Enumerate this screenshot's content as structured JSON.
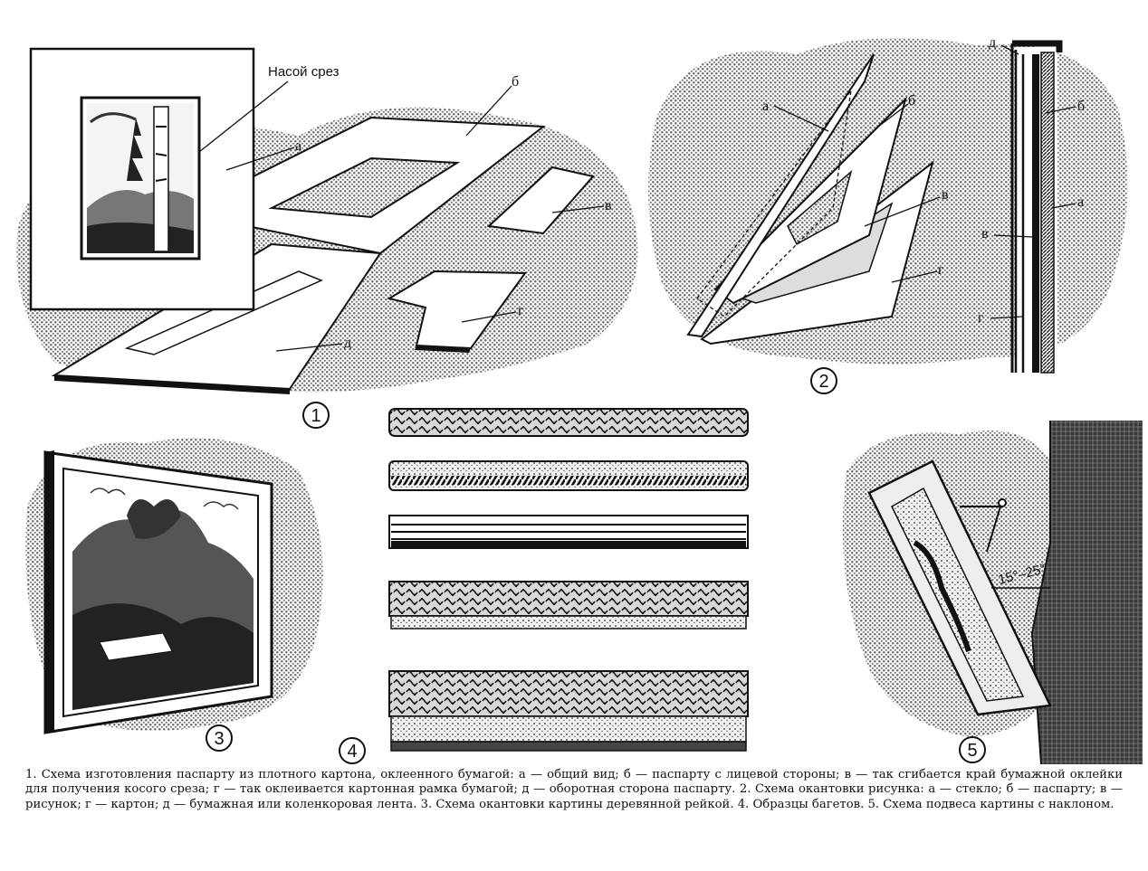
{
  "labels": {
    "kosoy_srez": "Насой срез",
    "a": "а",
    "b": "б",
    "v": "в",
    "g": "г",
    "d": "д"
  },
  "figure_numbers": [
    "1",
    "2",
    "3",
    "4",
    "5"
  ],
  "angle": "15°–25°",
  "caption": "1. Схема изготовления паспарту из плотного картона, оклеенного бумагой: а — общий вид; б — паспарту с лицевой стороны; в — так сгибается край бумажной оклейки для получения косого среза; г — так оклеивается картонная рамка бумагой; д — оборотная сторона паспарту. 2. Схема окантовки рисунка: а — стекло; б — паспарту; в — рисунок; г — картон; д — бумажная или коленкоровая лента. 3. Схема окантовки картины деревянной рейкой. 4. Образцы багетов. 5. Схема подвеса картины с наклоном."
}
